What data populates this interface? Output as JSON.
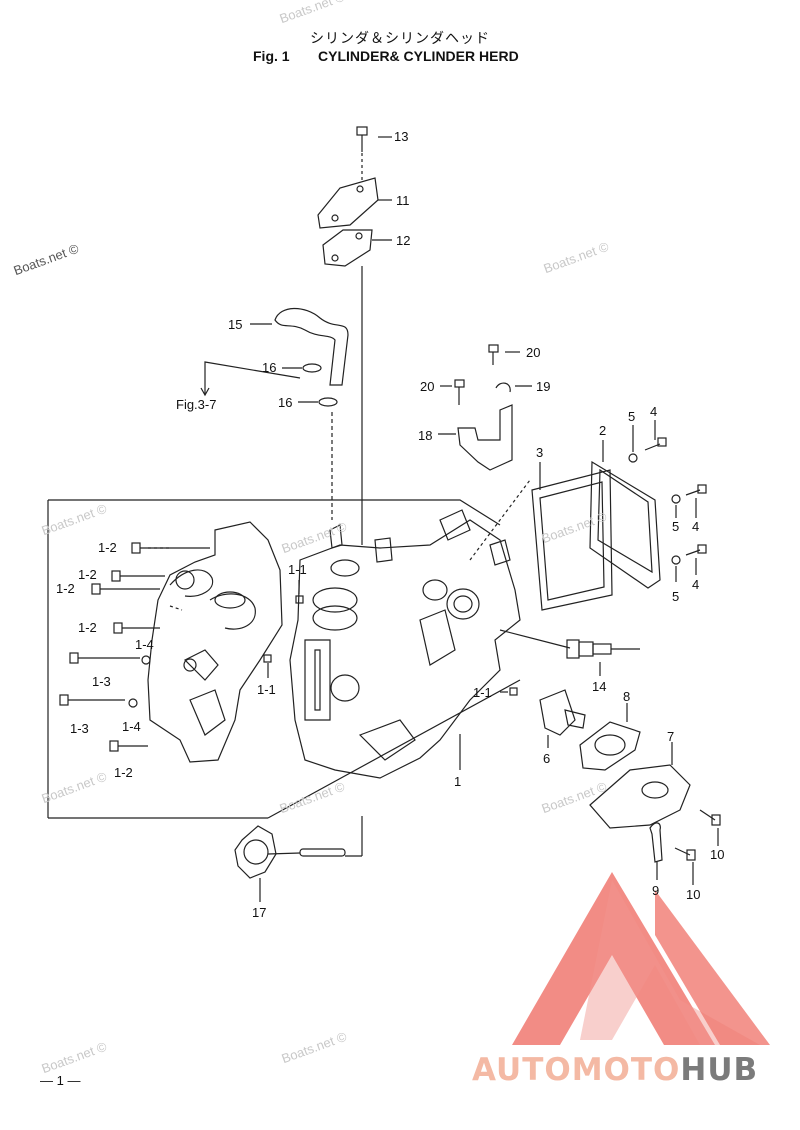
{
  "header": {
    "title_jp": "シリンダ＆シリンダヘッド",
    "fig_number": "Fig. 1",
    "fig_title": "CYLINDER& CYLINDER HERD"
  },
  "callouts": {
    "c13": "13",
    "c11": "11",
    "c12": "12",
    "c15": "15",
    "c16a": "16",
    "c16b": "16",
    "fig_ref": "Fig.3-7",
    "c20a": "20",
    "c20b": "20",
    "c19": "19",
    "c18": "18",
    "c5a": "5",
    "c4a": "4",
    "c2": "2",
    "c3": "3",
    "c4b": "4",
    "c5b": "5",
    "c4c": "4",
    "c5c": "5",
    "c1_2a": "1-2",
    "c1_2b": "1-2",
    "c1_2c": "1-2",
    "c1_2d": "1-2",
    "c1_2e": "1-2",
    "c1_1a": "1-1",
    "c1_1b": "1-1",
    "c1_1c": "1-1",
    "c1_4a": "1-4",
    "c1_4b": "1-4",
    "c1_3a": "1-3",
    "c1_3b": "1-3",
    "c14": "14",
    "c8": "8",
    "c7": "7",
    "c6": "6",
    "c1": "1",
    "c10a": "10",
    "c10b": "10",
    "c9": "9",
    "c17": "17"
  },
  "watermarks": {
    "text": "Boats.net ©"
  },
  "footer": {
    "page_number": "— 1 —",
    "brand_part1": "AUTOMOTO",
    "brand_part2": "HUB",
    "brand_colors": {
      "accent": "#e8504a",
      "dark": "#7b7b7b",
      "light": "#f4b9a4"
    }
  }
}
